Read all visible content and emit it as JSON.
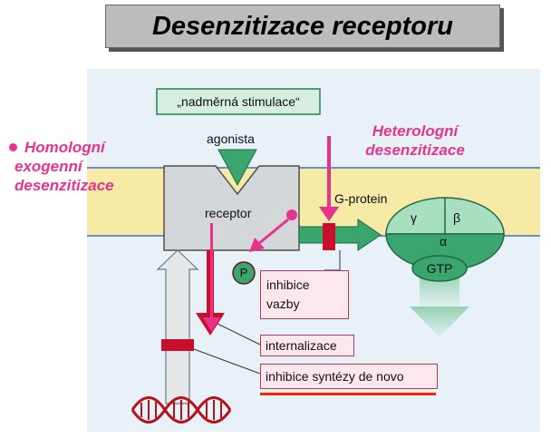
{
  "title": "Desenzitizace receptoru",
  "labels": {
    "homologni": [
      "Homologní",
      "exogenní",
      "desenzitizace"
    ],
    "heterologni": [
      "Heterologní",
      "desenzitizace"
    ],
    "stimulace": "„nadměrná stimulace“",
    "agonista": "agonista",
    "receptor": "receptor",
    "gprotein": "G-protein",
    "gamma": "γ",
    "beta": "β",
    "alpha": "α",
    "gtp": "GTP",
    "p": "P",
    "inhibice_vazby": [
      "inhibice",
      "vazby"
    ],
    "internalizace": "internalizace",
    "inhibice_syntezy": "inhibice syntézy de novo"
  },
  "colors": {
    "pink": "#e8338b",
    "membrane": "#f7e9a6",
    "membrane_line": "#6f8cc4",
    "background": "#e7f1f7",
    "green": "#3aa56e",
    "green_light": "#a9dfc1",
    "dark_red": "#c8102e",
    "underline": "#ff2200"
  }
}
